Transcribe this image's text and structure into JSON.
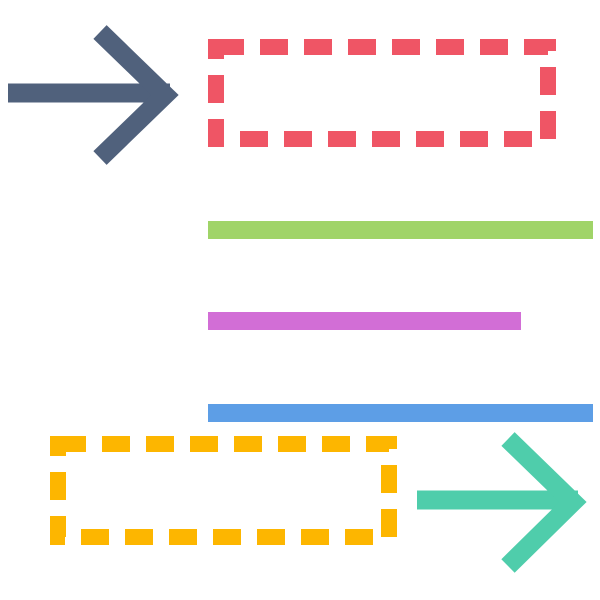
{
  "colors": {
    "background": "#ffffff",
    "arrow_top": "#50617c",
    "box_top": "#ef5565",
    "line_green": "#a0d468",
    "line_purple": "#d26ed6",
    "line_blue": "#5d9ee6",
    "box_bottom": "#fdb600",
    "arrow_bottom": "#4fcdab"
  },
  "elements": {
    "arrow_top": {
      "icon": "arrow-right-icon"
    },
    "box_top": {
      "icon": "dashed-rectangle"
    },
    "line_green": {
      "icon": "line-bar"
    },
    "line_purple": {
      "icon": "line-bar"
    },
    "line_blue": {
      "icon": "line-bar"
    },
    "box_bottom": {
      "icon": "dashed-rectangle"
    },
    "arrow_bottom": {
      "icon": "arrow-right-icon"
    }
  }
}
